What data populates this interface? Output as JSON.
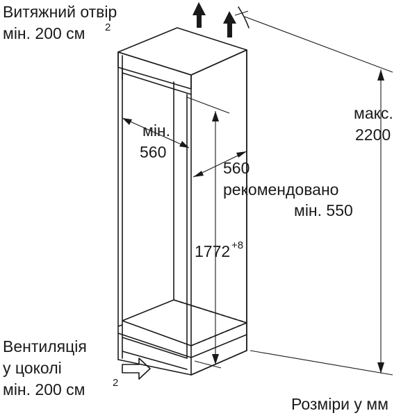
{
  "labels": {
    "exhaust_line1": "Витяжний отвір",
    "exhaust_line2": "мін. 200 см",
    "exhaust_sup": "2",
    "max_line1": "макс.",
    "max_value": "2200",
    "min_line1": "мін.",
    "min_value": "560",
    "depth_value": "560",
    "depth_recommended": "рекомендовано",
    "depth_min": "мін. 550",
    "height_value": "1772",
    "height_tolerance": "+8",
    "vent_line1": "Вентиляція",
    "vent_line2": "у цоколі",
    "vent_line3": "мін. 200 см",
    "vent_sup": "2",
    "units_note": "Розміри у мм"
  }
}
